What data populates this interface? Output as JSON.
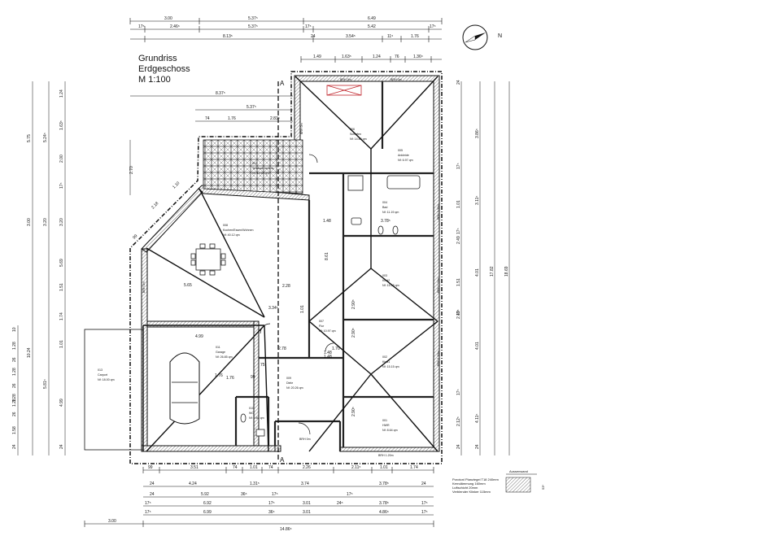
{
  "title": {
    "line1": "Grundriss",
    "line2": "Erdgeschoss",
    "line3": "M 1:100"
  },
  "compass_label": "N",
  "section_mark": "A",
  "rooms": [
    {
      "id": "r-schlafen",
      "no": "006",
      "name": "Schlafen",
      "area": "Nf: 14.80 qm"
    },
    {
      "id": "r-ankleide",
      "no": "005",
      "name": "Ankleide",
      "area": "Nf: 6.97 qm"
    },
    {
      "id": "r-bad",
      "no": "004",
      "name": "Bad",
      "area": "Nf: 11.19 qm"
    },
    {
      "id": "r-kind2",
      "no": "003",
      "name": "Kind2",
      "area": "Nf: 15.15 qm"
    },
    {
      "id": "r-flur",
      "no": "007",
      "name": "Flur",
      "area": "Nf: 10.97 qm"
    },
    {
      "id": "r-kind1",
      "no": "002",
      "name": "Kind1",
      "area": "Nf: 15.15 qm"
    },
    {
      "id": "r-hwr",
      "no": "001",
      "name": "HWR",
      "area": "Nf: 8.64 qm"
    },
    {
      "id": "r-wohnen",
      "no": "008",
      "name": "Kochen/Essen/Wohnen",
      "area": "Nf: 40.12 qm"
    },
    {
      "id": "r-terrasse",
      "no": "012",
      "name": "Terrasse ueberd.",
      "area": "Nf: 15.61 qm"
    },
    {
      "id": "r-garage",
      "no": "011",
      "name": "Garage",
      "area": "Nf: 26.85 qm"
    },
    {
      "id": "r-diele",
      "no": "009",
      "name": "Diele",
      "area": "Nf: 20.26 qm"
    },
    {
      "id": "r-wc",
      "no": "010",
      "name": "WC",
      "area": "Nf: 2.60 qm"
    },
    {
      "id": "r-carport",
      "no": "013",
      "name": "Carport",
      "area": "Nf: 18.00 qm"
    }
  ],
  "brh_labels": [
    "BRH 0m",
    "BRH 0m",
    "BRH 1.00m",
    "BRH 1.00m",
    "BRH 1.00m",
    "BRH 0m",
    "BRH 1.20m",
    "BRH 0m",
    "BRH 0m"
  ],
  "top_dims": {
    "row1": [
      "3.00",
      "5.37⁵",
      "6.49"
    ],
    "row2": [
      "17⁵",
      "2.46⁵",
      "5.37⁵",
      "17⁵",
      "5.42",
      "17⁵"
    ],
    "row3": [
      "8.13⁵",
      "24",
      "3.54⁵",
      "11⁵",
      "1.76"
    ],
    "row4": [
      "1.49",
      "1.63⁵",
      "1.24",
      "76",
      "1.36⁵"
    ],
    "row5": "8.37⁵",
    "row6": "5.37⁵",
    "row7": [
      "74",
      "1.76",
      "2.83⁵"
    ]
  },
  "bottom_dims": {
    "row1": [
      "99",
      "3.51",
      "74",
      "1.01",
      "74",
      "2.26",
      "2.11⁵",
      "1.01",
      "1.74"
    ],
    "row2": [
      "24",
      "4.24",
      "1.31⁵",
      "3.74",
      "3.78⁵",
      "24"
    ],
    "row3": [
      "24",
      "5.92",
      "36⁵",
      "17⁵",
      "17⁵"
    ],
    "row4": [
      "17⁵",
      "6.92",
      "17⁵",
      "3.01",
      "24⁵",
      "3.78⁵",
      "17⁵"
    ],
    "row5": [
      "17⁵",
      "6.99",
      "36⁵",
      "3.01",
      "4.86⁵",
      "17⁵"
    ],
    "row6": [
      "3.00",
      "14.86⁵"
    ]
  },
  "left_dims": {
    "outer": [
      "5.75",
      "3.00",
      "10.24"
    ],
    "mid": [
      "5.24⁵",
      "3.20",
      "5.81⁵"
    ],
    "inner": [
      "1.24",
      "1.63⁵",
      "2.00",
      "17⁵",
      "3.20",
      "5.69",
      "1.51",
      "1.74",
      "1.01",
      "4.99",
      "24"
    ],
    "windows": [
      "1.28",
      "1.28",
      "1.28",
      "1.28",
      "1.58",
      "10",
      "26",
      "26",
      "26",
      "24"
    ]
  },
  "right_dims": {
    "outer": "18.69",
    "mid": "17.82",
    "inner": [
      "3.86⁵",
      "3.11⁵",
      "4.01",
      "4.01",
      "4.11⁵",
      "24"
    ],
    "small": [
      "24",
      "17⁵",
      "1.01",
      "17⁵",
      "2.49",
      "1.51",
      "17⁵",
      "2.49",
      "17⁵",
      "2.12⁵",
      "24"
    ]
  },
  "inner_dims": [
    "2.70",
    "5.65",
    "2.28",
    "4.99",
    "2.78",
    "1.76",
    "75",
    "99",
    "1.48",
    "1.76",
    "8.61",
    "1.01",
    "1.70",
    "1.48",
    "2.90⁵",
    "2.90⁵",
    "2.90⁵",
    "1.48",
    "3.78⁵",
    "3.34⁵",
    "2.18",
    "1.10",
    "99"
  ],
  "legend": {
    "heading": "Aussenwand",
    "lines": [
      "Porotonl Planziegel T18 240mm",
      "Kerndämmung 160mm",
      "Luftschicht 20mm",
      "Verblender Klinker 115mm"
    ],
    "total": "53⁵"
  }
}
